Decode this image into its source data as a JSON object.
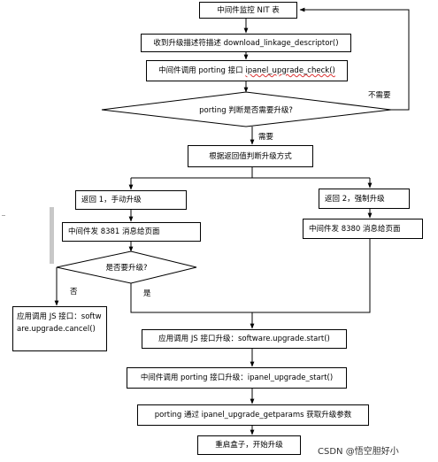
{
  "nodes": {
    "n1": "中间件监控 NIT 表",
    "n2": "收到升级描述符描述 download_linkage_descriptor()",
    "n3_prefix": "中间件调用 porting 接口 ",
    "n3_fn": "ipanel_upgrade_check()",
    "d1": "porting 判断是否需要升级?",
    "n4": "根据返回值判断升级方式",
    "n5": "返回 1，手动升级",
    "n6": "返回 2，强制升级",
    "n7": "中间件发 8381 消息给页面",
    "n8": "中间件发 8380 消息给页面",
    "d2": "是否要升级?",
    "n9": "应用调用 JS 接口：software.upgrade.cancel()",
    "n10": "应用调用 JS 接口升级：software.upgrade.start()",
    "n11": "中间件调用 porting 接口升级：ipanel_upgrade_start()",
    "n12": "porting 通过 ipanel_upgrade_getparams 获取升级参数",
    "n13": "重启盒子，开始升级"
  },
  "labels": {
    "no_need": "不需要",
    "need": "需要",
    "no": "否",
    "yes": "是"
  },
  "watermark": "CSDN @悟空胆好小"
}
